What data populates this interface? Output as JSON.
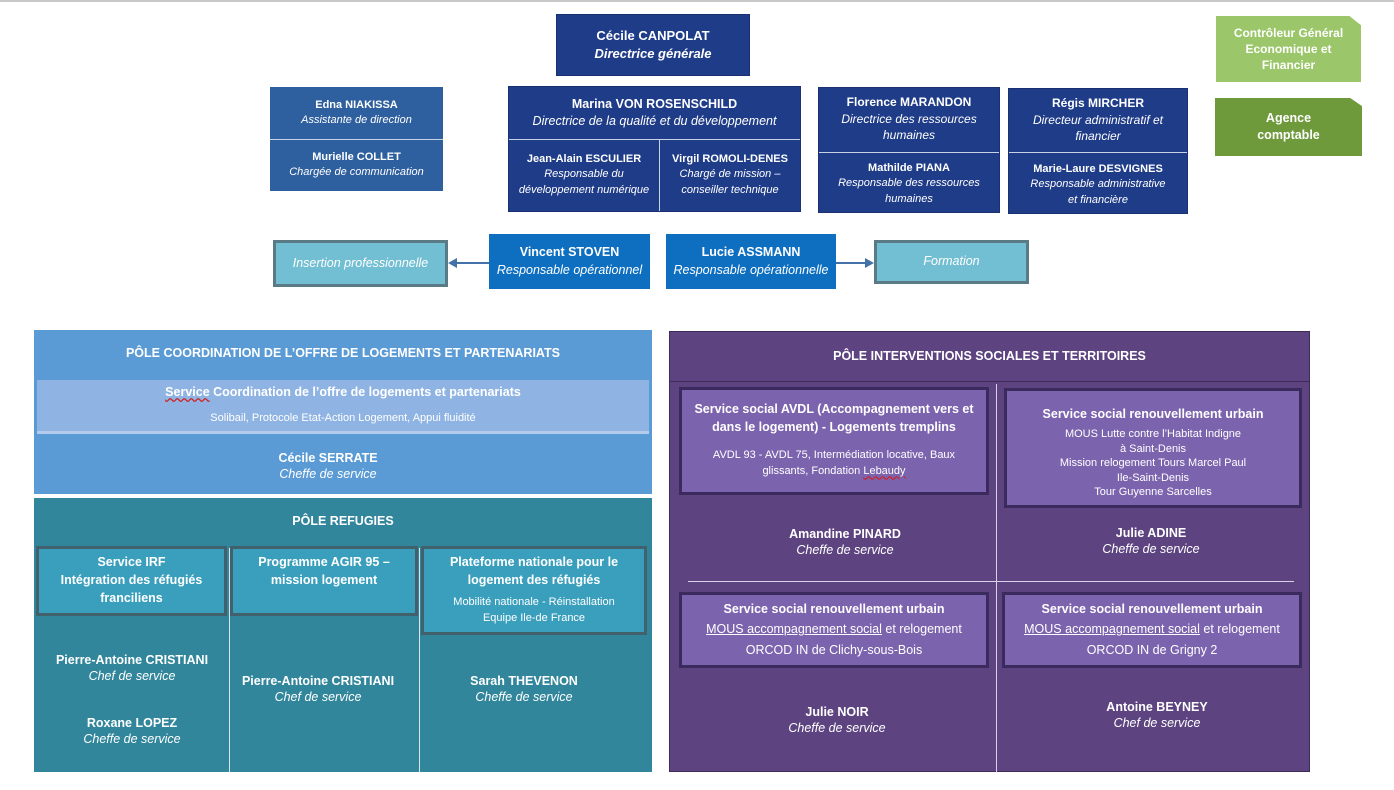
{
  "direction": {
    "dg": {
      "name": "Cécile  CANPOLAT",
      "role": "Directrice générale"
    },
    "assistants": [
      {
        "name": "Edna NIAKISSA",
        "role": "Assistante de direction"
      },
      {
        "name": "Murielle COLLET",
        "role": "Chargée de communication"
      }
    ],
    "qualite": {
      "name": "Marina VON ROSENSCHILD",
      "role": "Directrice de la qualité et du développement",
      "subs": [
        {
          "name": "Jean-Alain ESCULIER",
          "role_l1": "Responsable du",
          "role_l2": "développement numérique"
        },
        {
          "name": "Virgil ROMOLI-DENES",
          "role_l1": "Chargé de mission –",
          "role_l2": "conseiller technique"
        }
      ]
    },
    "rh": {
      "name": "Florence MARANDON",
      "role_l1": "Directrice des ressources",
      "role_l2": "humaines",
      "sub": {
        "name": "Mathilde PIANA",
        "role_l1": "Responsable des ressources",
        "role_l2": "humaines"
      }
    },
    "daf": {
      "name": "Régis MIRCHER",
      "role_l1": "Directeur administratif et",
      "role_l2": "financier",
      "sub": {
        "name": "Marie-Laure DESVIGNES",
        "role_l1": "Responsable administrative",
        "role_l2": "et financière"
      }
    },
    "controleur": {
      "l1": "Contrôleur Général",
      "l2": "Economique et",
      "l3": "Financier"
    },
    "agence": {
      "l1": "Agence",
      "l2": "comptable"
    }
  },
  "operationnel": {
    "left": {
      "name": "Vincent  STOVEN",
      "role": "Responsable opérationnel",
      "target": "Insertion professionnelle"
    },
    "right": {
      "name": "Lucie ASSMANN",
      "role": "Responsable opérationnelle",
      "target": "Formation"
    }
  },
  "pole_coordination": {
    "title": "PÔLE COORDINATION DE L’OFFRE DE LOGEMENTS ET PARTENARIATS",
    "service_word": "Service",
    "service_rest": " Coordination de l’offre de logements  et partenariats",
    "service_desc": "Solibail, Protocole Etat-Action Logement, Appui  fluidité",
    "chef": {
      "name": "Cécile SERRATE",
      "role": "Cheffe de service"
    }
  },
  "pole_refugies": {
    "title": "PÔLE  REFUGIES",
    "services": [
      {
        "l1": "Service IRF",
        "l2": "Intégration des réfugiés",
        "l3": "franciliens"
      },
      {
        "l1": "Programme AGIR 95 –",
        "l2": "mission logement"
      },
      {
        "l1": "Plateforme nationale pour le",
        "l2": "logement des réfugiés",
        "d1": "Mobilité nationale - Réinstallation",
        "d2": "Equipe Ile-de France"
      }
    ],
    "chefs": [
      {
        "name": "Pierre-Antoine CRISTIANI",
        "role": "Chef de service"
      },
      {
        "name": "Roxane LOPEZ",
        "role": "Cheffe de service"
      },
      {
        "name": "Pierre-Antoine CRISTIANI",
        "role": "Chef de service"
      },
      {
        "name": "Sarah THEVENON",
        "role": "Cheffe de service"
      }
    ]
  },
  "pole_interventions": {
    "title": "PÔLE INTERVENTIONS SOCIALES ET TERRITOIRES",
    "avdl": {
      "t1": "Service social AVDL (Accompagnement vers et",
      "t2": "dans le logement) - Logements tremplins",
      "d1": "AVDL 93 - AVDL 75, Intermédiation locative, Baux",
      "d2a": "glissants, Fondation ",
      "d2b": "Lebaudy"
    },
    "ru1": {
      "title": "Service social renouvellement urbain",
      "lines": [
        "MOUS Lutte contre l’Habitat Indigne",
        "à Saint-Denis",
        "Mission relogement Tours Marcel Paul",
        "Ile-Saint-Denis",
        "Tour Guyenne Sarcelles"
      ]
    },
    "ru2": {
      "title": "Service social renouvellement urbain",
      "mous": "MOUS accompagnement social",
      "rest": " et relogement",
      "orcod": "ORCOD IN  de Clichy-sous-Bois"
    },
    "ru3": {
      "title": "Service social renouvellement urbain",
      "mous": "MOUS accompagnement social",
      "rest": " et relogement",
      "orcod": "ORCOD IN  de Grigny 2"
    },
    "chefs": [
      {
        "name": "Amandine PINARD",
        "role": "Cheffe de service"
      },
      {
        "name": "Julie ADINE",
        "role": "Cheffe de service"
      },
      {
        "name": "Julie NOIR",
        "role": "Cheffe de service"
      },
      {
        "name": "Antoine BEYNEY",
        "role": "Chef de service"
      }
    ]
  },
  "colors": {
    "navy": "#1f3c88",
    "steel": "#2e5f9e",
    "blue_op": "#0e6fc1",
    "light_teal": "#72bfd3",
    "coord": "#5b9bd5",
    "coord_service": "#8fb4e3",
    "refugies": "#31869b",
    "refugies_service": "#3a9fbd",
    "purple": "#5d4480",
    "purple_service": "#7b63ae",
    "green_light": "#9bc76a",
    "green_dark": "#6e9a3c"
  }
}
